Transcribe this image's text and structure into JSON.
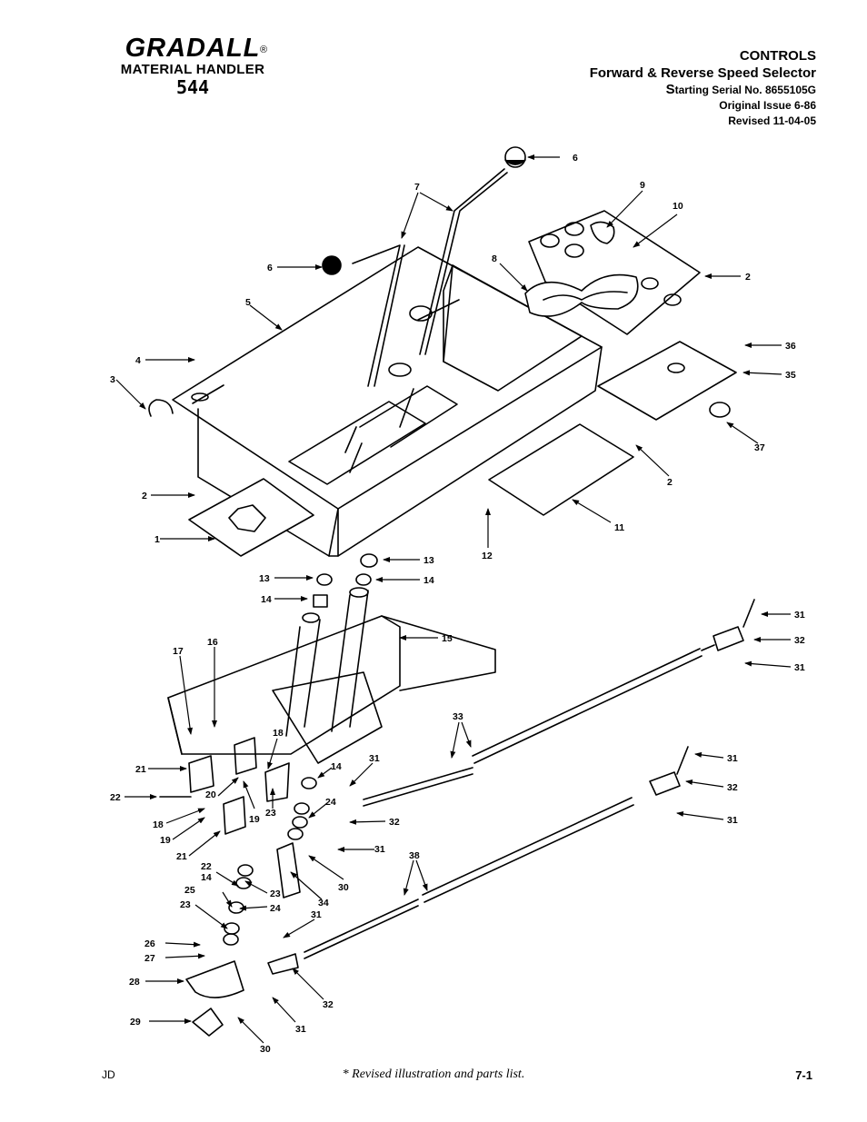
{
  "brand": {
    "name": "GRADALL",
    "registered": "®",
    "subtitle": "MATERIAL HANDLER",
    "model": "544"
  },
  "header": {
    "section": "CONTROLS",
    "title": "Forward & Reverse Speed Selector",
    "serial_initial": "S",
    "serial_rest": "tarting Serial No. 8655105G",
    "original_issue": "Original Issue 6-86",
    "revised": "Revised  11-04-05"
  },
  "footer": {
    "left": "JD",
    "note": "* Revised illustration and parts list.",
    "page": "7-1"
  },
  "callouts": {
    "c1": "1",
    "c2a": "2",
    "c2b": "2",
    "c2c": "2",
    "c3": "3",
    "c4": "4",
    "c5": "5",
    "c6a": "6",
    "c6b": "6",
    "c7": "7",
    "c8": "8",
    "c9": "9",
    "c10": "10",
    "c11": "11",
    "c12": "12",
    "c13a": "13",
    "c13b": "13",
    "c14a": "14",
    "c14b": "14",
    "c14c": "14",
    "c14d": "14",
    "c15": "15",
    "c16": "16",
    "c17": "17",
    "c18a": "18",
    "c18b": "18",
    "c19a": "19",
    "c19b": "19",
    "c20": "20",
    "c21a": "21",
    "c21b": "21",
    "c22a": "22",
    "c22b": "22",
    "c23a": "23",
    "c23b": "23",
    "c23c": "23",
    "c24a": "24",
    "c24b": "24",
    "c25": "25",
    "c26": "26",
    "c27": "27",
    "c28": "28",
    "c29": "29",
    "c30a": "30",
    "c30b": "30",
    "c31a": "31",
    "c31b": "31",
    "c31c": "31",
    "c31d": "31",
    "c31e": "31",
    "c31f": "31",
    "c31g": "31",
    "c31h": "31",
    "c32a": "32",
    "c32b": "32",
    "c32c": "32",
    "c32d": "32",
    "c33": "33",
    "c34": "34",
    "c35": "35",
    "c36": "36",
    "c37": "37",
    "c38": "38"
  }
}
